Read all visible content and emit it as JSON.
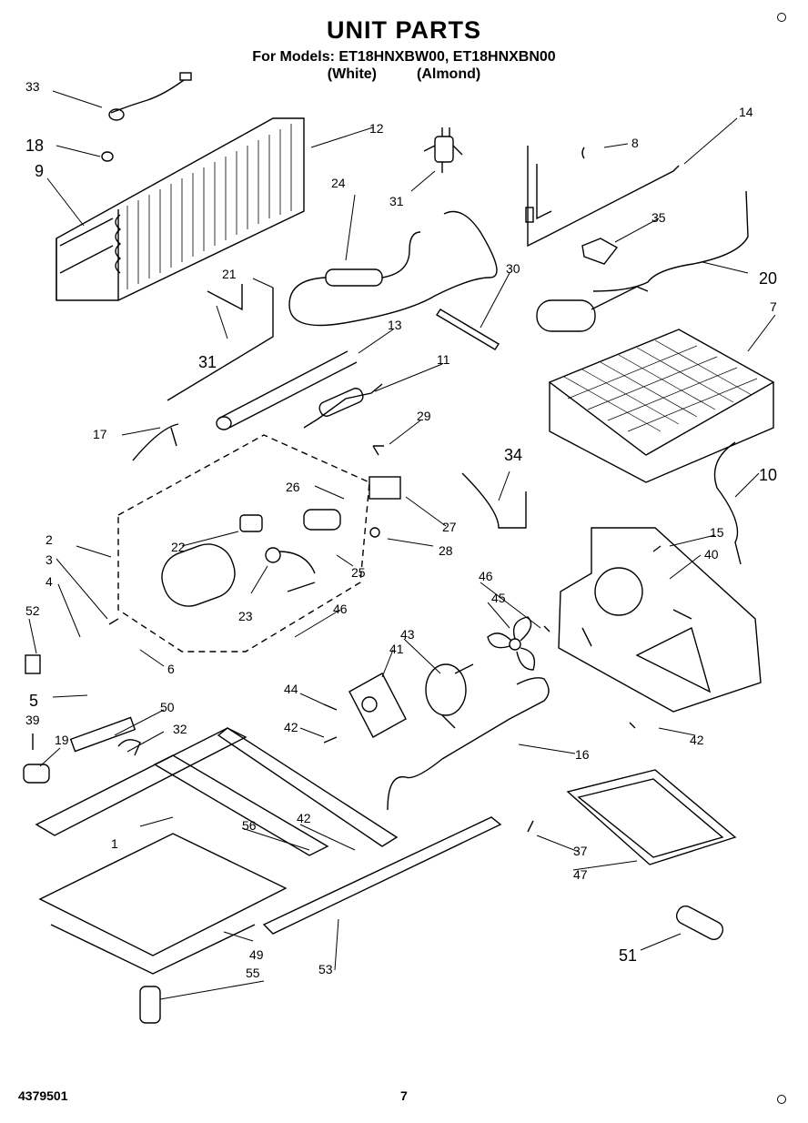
{
  "header": {
    "title": "UNIT PARTS",
    "models": "For Models: ET18HNXBW00, ET18HNXBN00",
    "color_white": "(White)",
    "color_almond": "(Almond)"
  },
  "footer": {
    "doc_number": "4379501",
    "page_number": "7"
  },
  "callouts": {
    "c33": "33",
    "c12": "12",
    "c18": "18",
    "c9": "9",
    "c31a": "31",
    "c24": "24",
    "c8": "8",
    "c14": "14",
    "c35": "35",
    "c21": "21",
    "c20": "20",
    "c30": "30",
    "c31b": "31",
    "c13": "13",
    "c7": "7",
    "c11": "11",
    "c17": "17",
    "c29a": "29",
    "c34": "34",
    "c10": "10",
    "c26": "26",
    "c27": "27",
    "c15": "15",
    "c40": "40",
    "c22": "22",
    "c25": "25",
    "c28": "28",
    "c2": "2",
    "c3": "3",
    "c4": "4",
    "c23": "23",
    "c46a": "46",
    "c46b": "46",
    "c45": "45",
    "c52": "52",
    "c6": "6",
    "c44": "44",
    "c43": "43",
    "c41": "41",
    "c5": "5",
    "c42a": "42",
    "c42b": "42",
    "c39": "39",
    "c50": "50",
    "c32": "32",
    "c19": "19",
    "c16": "16",
    "c1": "1",
    "c56": "56",
    "c42c": "42",
    "c37": "37",
    "c47": "47",
    "c49": "49",
    "c53": "53",
    "c51": "51",
    "c55": "55"
  }
}
